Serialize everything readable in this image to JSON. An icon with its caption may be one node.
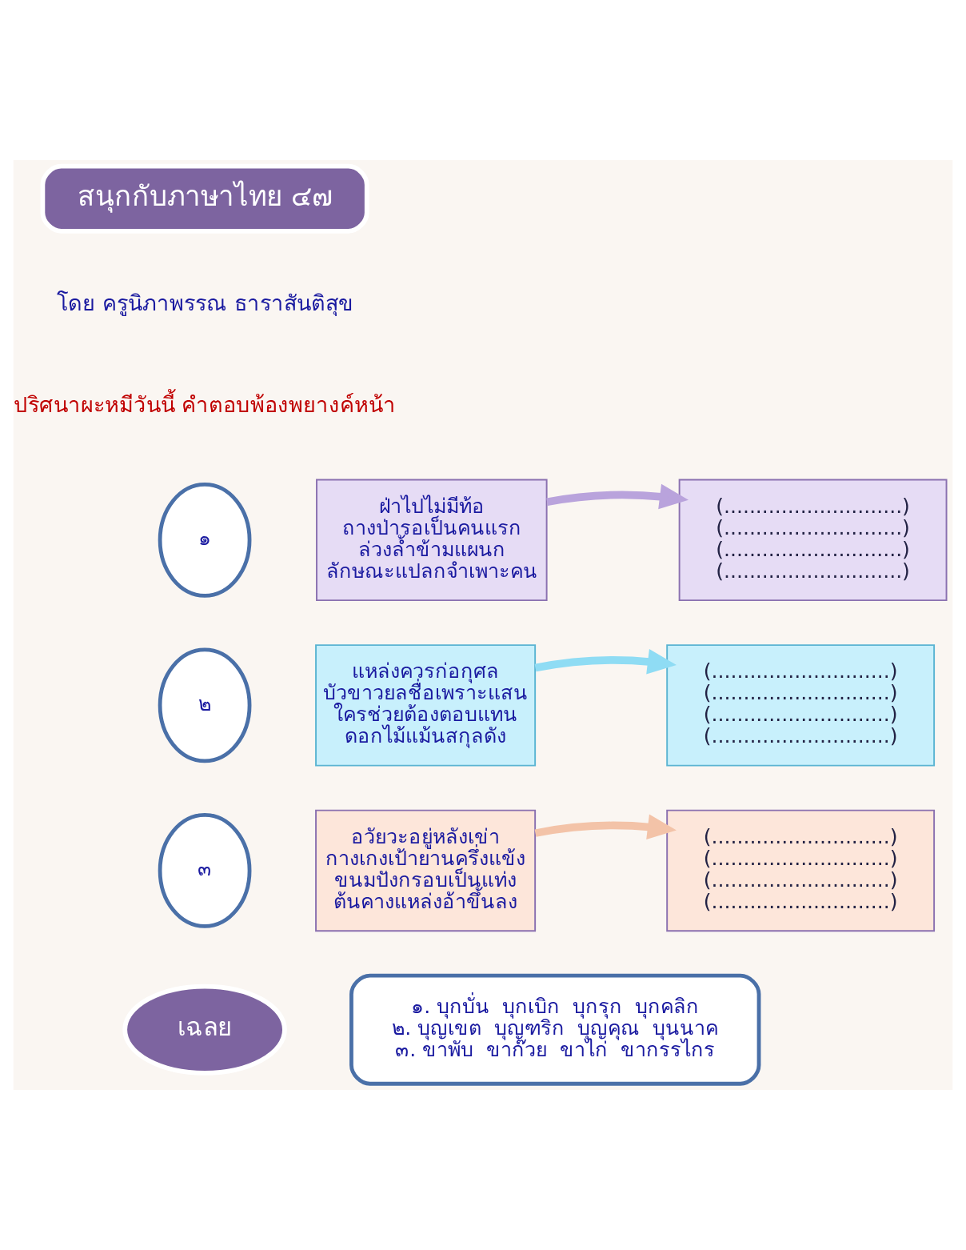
{
  "diagram": {
    "nodes": [
      {
        "text": [
          "สนุกกับภาษาไทย ๔๗"
        ]
      },
      {
        "text": [
          "๑"
        ]
      },
      {
        "text": [
          "ฝ่าไปไม่มีท้อ",
          "ถางป่ารอเป็นคนแรก",
          "ล่วงล้ำข้ามแผนก",
          "ลักษณะแปลกจำเพาะคน"
        ]
      },
      {
        "text": [
          "(............................)",
          "(............................)",
          "(............................)",
          "(............................)"
        ]
      },
      {
        "text": [
          "๒"
        ]
      },
      {
        "text": [
          "แหล่งควรก่อกุศล",
          "บัวขาวยลชื่อเพราะแสน",
          "ใครช่วยต้องตอบแทน",
          "ดอกไม้แม้นสกุลดัง"
        ]
      },
      {
        "text": [
          "(............................)",
          "(............................)",
          "(............................)",
          "(............................)"
        ]
      },
      {
        "text": [
          "๓"
        ]
      },
      {
        "text": [
          "อวัยวะอยู่หลังเข่า",
          "กางเกงเป้ายานครึ่งแข้ง",
          "ขนมปังกรอบเป็นแท่ง",
          "ต้นคางแหล่งอ้าขึ้นลง"
        ]
      },
      {
        "text": [
          "(............................)",
          "(............................)",
          "(............................)",
          "(............................)"
        ]
      },
      {
        "text": [
          "เฉลย"
        ]
      },
      {
        "text": [
          "๑. บุกบั่น  บุกเบิก  บุกรุก  บุกคลิก",
          "๒. บุญเขต  บุญฑริก  บุญคุณ  บุนนาค",
          "๓. ขาพับ  ขาก๊วย  ขาไก่  ขากรรไกร"
        ]
      }
    ],
    "edges": [
      {
        "from": 2,
        "to": 3,
        "arrow": "to",
        "color": "#b9a3dc"
      },
      {
        "from": 5,
        "to": 6,
        "arrow": "to",
        "color": "#8fdcf4"
      },
      {
        "from": 8,
        "to": 9,
        "arrow": "to",
        "color": "#f3c3a8"
      }
    ],
    "labels": [
      "โดย ครูนิภาพรรณ ธาราสันติสุข",
      "ปริศนาผะหมีวันนี้ คำตอบพ้องพยางค์หน้า"
    ]
  }
}
